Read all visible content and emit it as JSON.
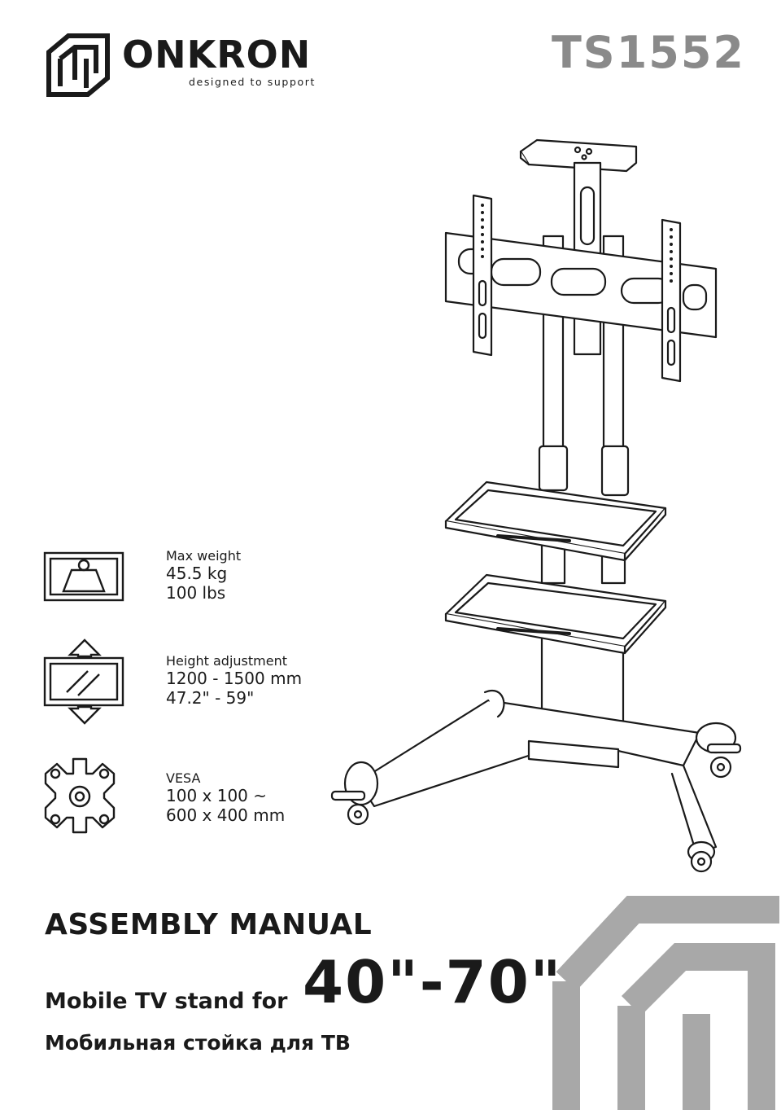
{
  "brand": {
    "name": "ONKRON",
    "tagline": "designed to support",
    "logo_icon": "onkron-cube-logo-icon",
    "model": "TS1552",
    "model_color": "#8a8a8a"
  },
  "specs": [
    {
      "icon": "weight-icon",
      "label": "Max weight",
      "lines": [
        "45.5 kg",
        "100 lbs"
      ]
    },
    {
      "icon": "height-adjust-icon",
      "label": "Height adjustment",
      "lines": [
        "1200 - 1500 mm",
        "47.2\" - 59\""
      ]
    },
    {
      "icon": "vesa-icon",
      "label": "VESA",
      "lines": [
        "100 x 100 ~",
        "600 x 400 mm"
      ]
    }
  ],
  "cover": {
    "title": "ASSEMBLY MANUAL",
    "subtitle": "Mobile TV stand for",
    "size_range": "40\"-70\"",
    "subtitle_ru": "Мобильная стойка для ТВ",
    "illustration": "mobile-tv-stand-illustration",
    "decor_icon": "onkron-large-watermark-logo",
    "decor_color": "#a8a8a8"
  }
}
